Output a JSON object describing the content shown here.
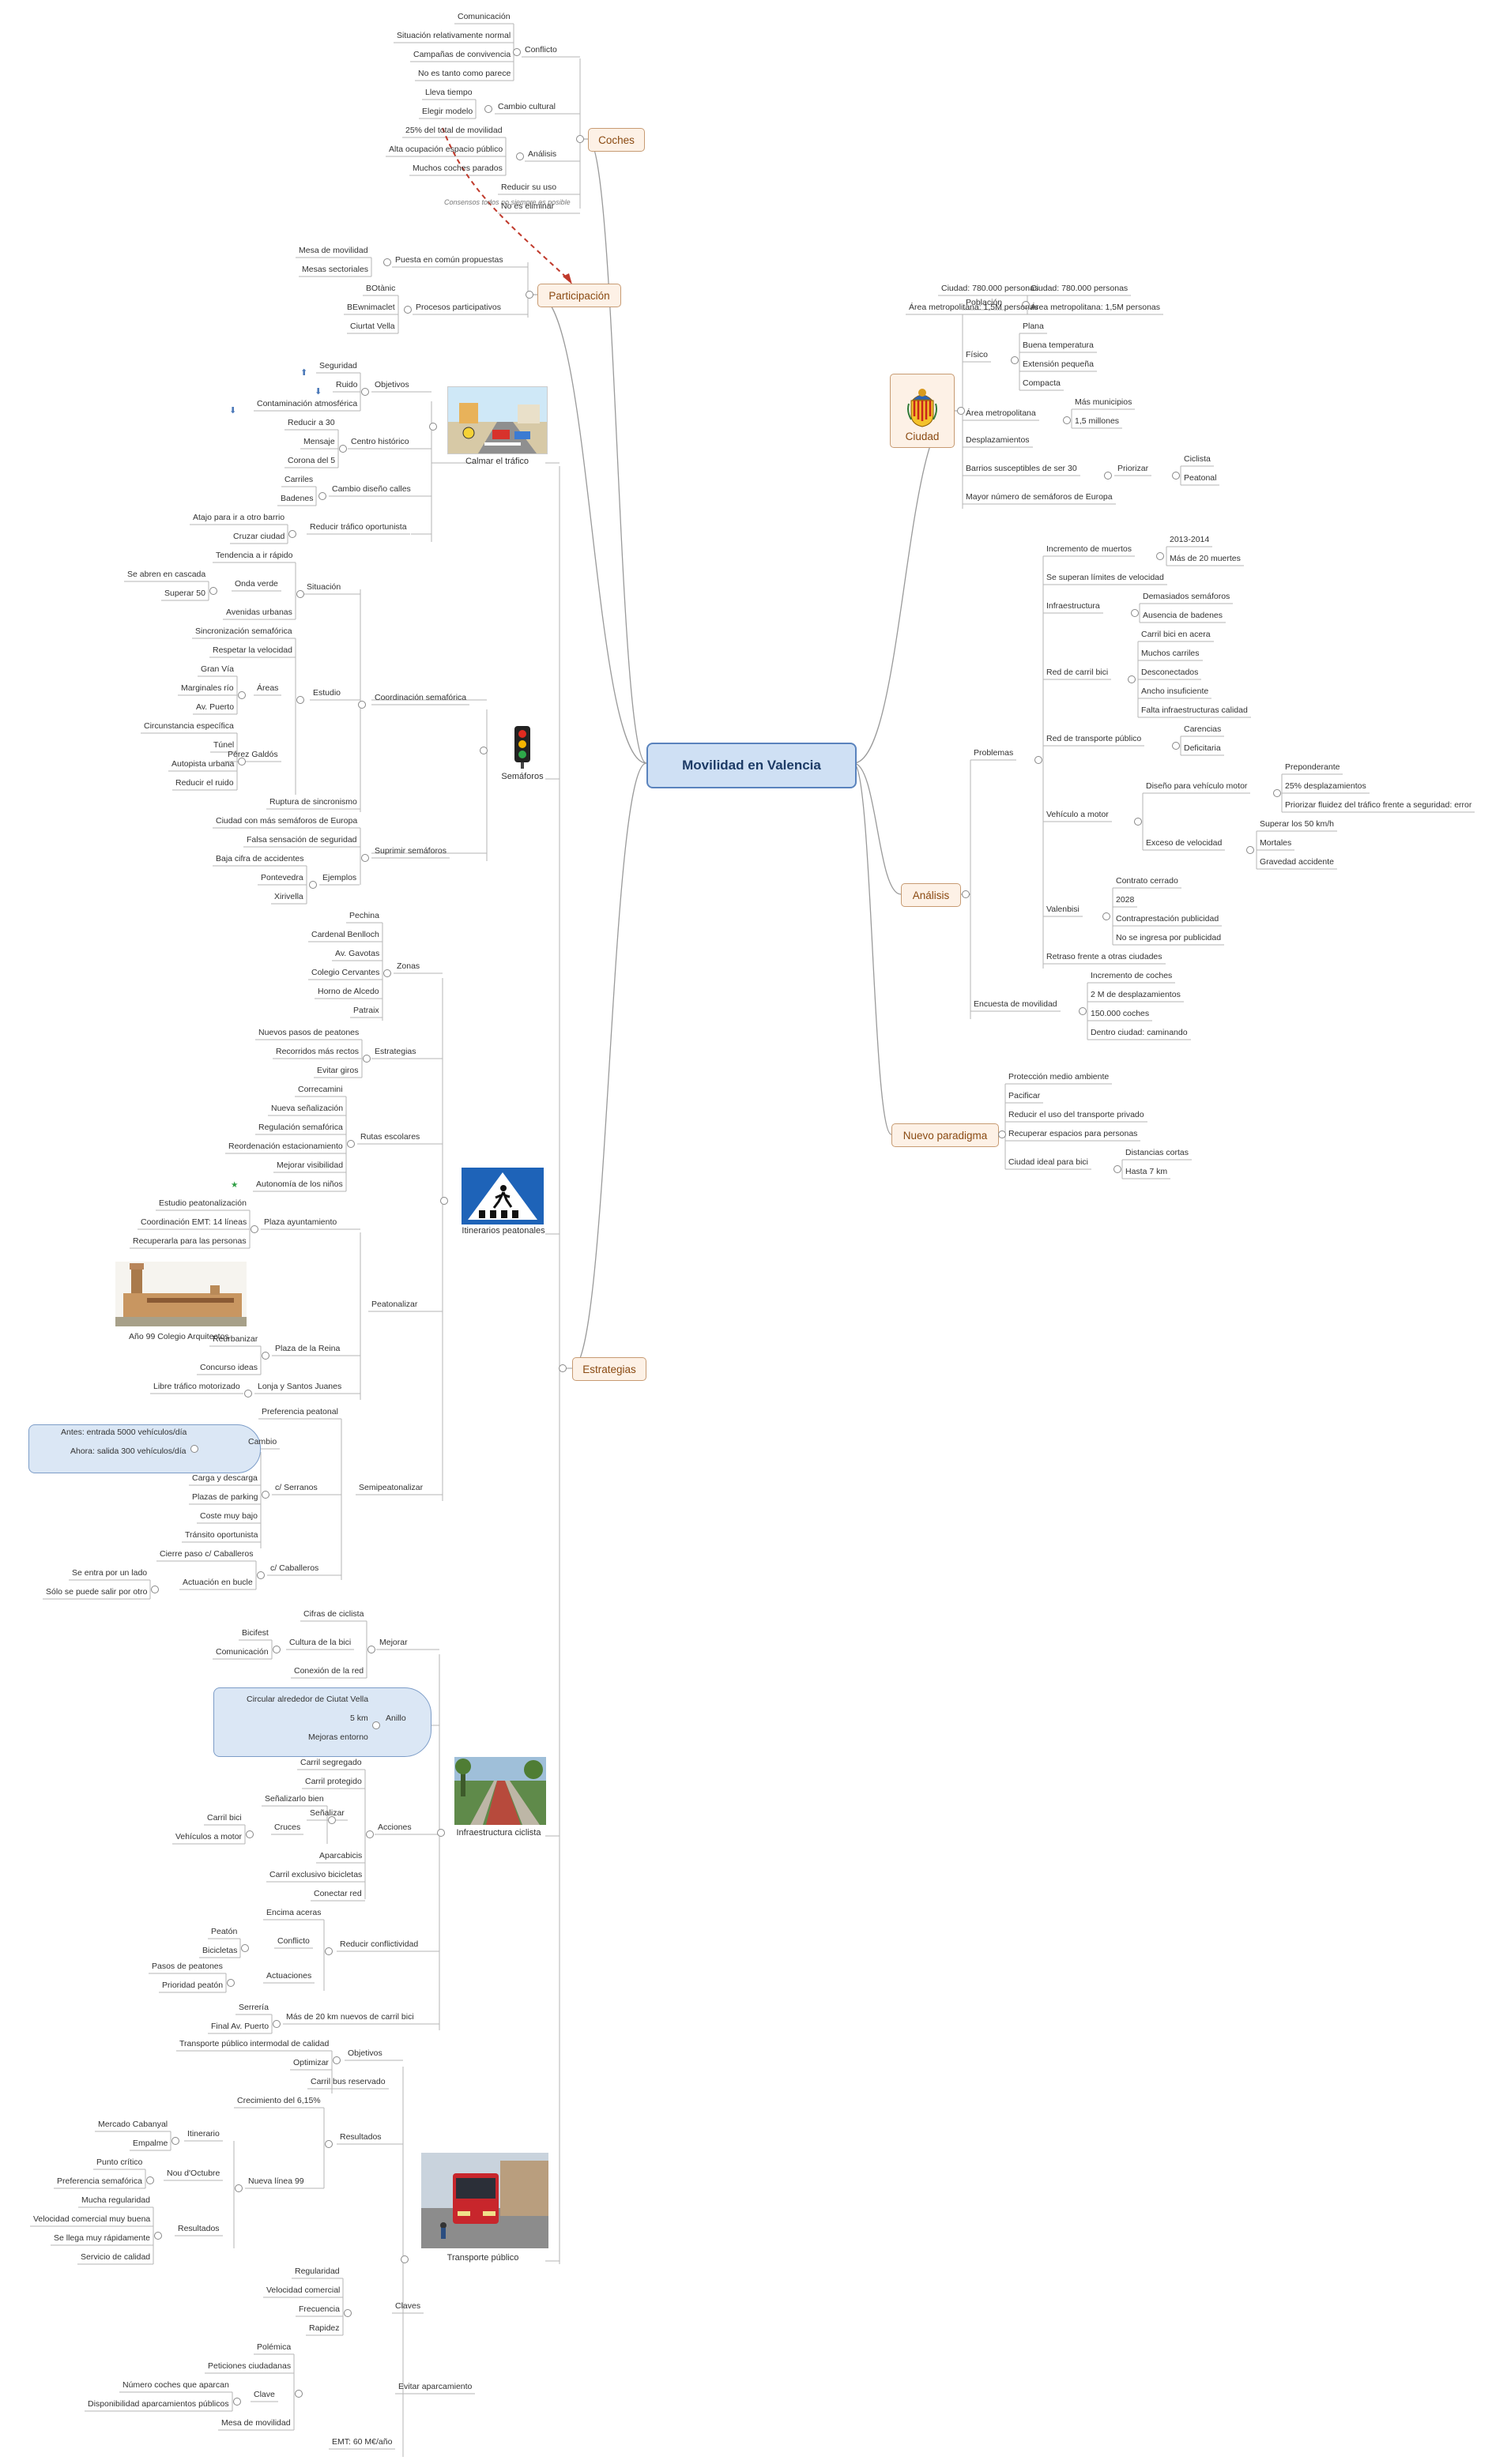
{
  "title": "Movilidad en Valencia",
  "branches": {
    "coches": "Coches",
    "participacion": "Participación",
    "ciudad": "Ciudad",
    "analisis": "Análisis",
    "nuevo": "Nuevo paradigma",
    "estrategias": "Estrategias"
  },
  "relationship_label": "Consensos todos no siempre es posible",
  "coches": {
    "conflicto": "Conflicto",
    "conflicto_items": [
      "Comunicación",
      "Situación relativamente normal",
      "Campañas de convivencia",
      "No es tanto como parece"
    ],
    "cambio": "Cambio cultural",
    "cambio_items": [
      "Lleva tiempo",
      "Elegir modelo"
    ],
    "analisis": "Análisis",
    "analisis_items": [
      "25% del total de movilidad",
      "Alta ocupación espacio público",
      "Muchos coches parados"
    ],
    "reducir": "Reducir su uso",
    "no_eliminar": "No es eliminar"
  },
  "participacion": {
    "puesta": "Puesta en común propuestas",
    "puesta_items": [
      "Mesa de movilidad",
      "Mesas sectoriales"
    ],
    "procesos": "Procesos participativos",
    "procesos_items": [
      "BOtànic",
      "BEwnimaclet",
      "Ciurtat Vella"
    ]
  },
  "ciudad": {
    "poblacion": "Población",
    "poblacion_items": [
      "Ciudad: 780.000 personas",
      "Área metropolitana: 1,5M personas"
    ],
    "fisico": "Físico",
    "fisico_items": [
      "Plana",
      "Buena temperatura",
      "Extensión pequeña",
      "Compacta"
    ],
    "area": "Área metropolitana",
    "area_items": [
      "Más municipios",
      "1,5 millones"
    ],
    "desplazamientos": "Desplazamientos",
    "barrios": "Barrios susceptibles de ser 30",
    "priorizar": "Priorizar",
    "priorizar_items": [
      "Ciclista",
      "Peatonal"
    ],
    "semaforos": "Mayor número de semáforos de Europa"
  },
  "analisis": {
    "problemas": "Problemas",
    "incremento": "Incremento de muertos",
    "incremento_items": [
      "2013-2014",
      "Más de 20 muertes"
    ],
    "limites": "Se superan límites de velocidad",
    "infra": "Infraestructura",
    "infra_items": [
      "Demasiados semáforos",
      "Ausencia de badenes"
    ],
    "redbici": "Red de carril bici",
    "redbici_items": [
      "Carril bici en acera",
      "Muchos carriles",
      "Desconectados",
      "Ancho insuficiente",
      "Falta infraestructuras calidad"
    ],
    "redtp": "Red de transporte público",
    "redtp_items": [
      "Carencias",
      "Deficitaria"
    ],
    "vehiculo": "Vehículo a motor",
    "diseno": "Diseño para vehículo motor",
    "diseno_items": [
      "Preponderante",
      "25% desplazamientos",
      "Priorizar fluidez del tráfico frente a seguridad: error"
    ],
    "exceso": "Exceso de velocidad",
    "exceso_items": [
      "Superar los 50 km/h",
      "Mortales",
      "Gravedad accidente"
    ],
    "valenbisi": "Valenbisi",
    "valenbisi_items": [
      "Contrato cerrado",
      "2028",
      "Contraprestación publicidad",
      "No se ingresa por publicidad"
    ],
    "retraso": "Retraso frente a otras ciudades",
    "encuesta": "Encuesta de movilidad",
    "encuesta_items": [
      "Incremento de coches",
      "2 M de desplazamientos",
      "150.000 coches",
      "Dentro ciudad: caminando"
    ]
  },
  "nuevo": {
    "items": [
      "Protección medio ambiente",
      "Pacificar",
      "Reducir el uso del transporte privado",
      "Recuperar espacios para personas"
    ],
    "ciudad_ideal": "Ciudad ideal para bici",
    "ciudad_ideal_items": [
      "Distancias cortas",
      "Hasta 7 km"
    ]
  },
  "calmar": {
    "caption": "Calmar el tráfico",
    "objetivos": "Objetivos",
    "objetivos_items": [
      "Seguridad",
      "Ruido",
      "Contaminación atmosférica"
    ],
    "centro": "Centro histórico",
    "centro_items": [
      "Reducir a 30",
      "Mensaje",
      "Corona del 5"
    ],
    "cambio": "Cambio diseño calles",
    "cambio_items": [
      "Carriles",
      "Badenes"
    ],
    "reducir": "Reducir tráfico oportunista",
    "reducir_items": [
      "Atajo para ir a otro barrio",
      "Cruzar ciudad"
    ]
  },
  "semaforos": {
    "caption": "Semáforos",
    "coord": "Coordinación semafórica",
    "situacion": "Situación",
    "tendencia": "Tendencia a ir rápido",
    "onda": "Onda verde",
    "onda_items": [
      "Se abren en cascada",
      "Superar 50"
    ],
    "avenidas": "Avenidas urbanas",
    "estudio": "Estudio",
    "sincro": "Sincronización semafórica",
    "respetar": "Respetar la velocidad",
    "areas": "Áreas",
    "areas_items": [
      "Gran Vía",
      "Marginales río",
      "Av. Puerto"
    ],
    "perez": "Pérez Galdós",
    "perez_items": [
      "Circunstancia específica",
      "Túnel",
      "Autopista urbana",
      "Reducir el ruido"
    ],
    "ruptura": "Ruptura de sincronismo",
    "suprimir": "Suprimir semáforos",
    "suprimir_items": [
      "Ciudad con más semáforos de Europa",
      "Falsa sensación de seguridad"
    ],
    "ejemplos": "Ejemplos",
    "ejemplos_items": [
      "Baja cifra de accidentes",
      "Pontevedra",
      "Xirivella"
    ]
  },
  "peatonales": {
    "caption": "Itinerarios peatonales",
    "zonas": "Zonas",
    "zonas_items": [
      "Pechina",
      "Cardenal Benlloch",
      "Av. Gavotas",
      "Colegio Cervantes",
      "Horno de Alcedo",
      "Patraix"
    ],
    "estrategias": "Estrategias",
    "estrategias_items": [
      "Nuevos pasos de peatones",
      "Recorridos más rectos",
      "Evitar giros"
    ],
    "rutas": "Rutas escolares",
    "rutas_items": [
      "Correcamini",
      "Nueva señalización",
      "Regulación semafórica",
      "Reordenación estacionamiento",
      "Mejorar visibilidad",
      "Autonomía de los niños"
    ],
    "peatonalizar": "Peatonalizar",
    "plaza_ayto": "Plaza ayuntamiento",
    "plaza_ayto_items": [
      "Estudio peatonalización",
      "Coordinación EMT: 14 líneas",
      "Recuperarla para las personas"
    ],
    "plaza_ayto_caption": "Año 99 Colegio Arquitectos",
    "plaza_reina": "Plaza de la Reina",
    "plaza_reina_items": [
      "Reurbanizar",
      "Concurso ideas"
    ],
    "lonja": "Lonja y Santos Juanes",
    "libre": "Libre tráfico motorizado",
    "semipeat": "Semipeatonalizar",
    "preferencia": "Preferencia peatonal",
    "serranos": "c/ Serranos",
    "cambio": "Cambio",
    "cambio_items": [
      "Antes: entrada 5000 vehículos/día",
      "Ahora: salida 300 vehículos/día"
    ],
    "serranos_items": [
      "Carga y descarga",
      "Plazas de parking",
      "Coste muy bajo",
      "Tránsito oportunista"
    ],
    "caballeros": "c/ Caballeros",
    "cierre": "Cierre paso c/ Caballeros",
    "actuacion": "Actuación en bucle",
    "actuacion_items": [
      "Se entra por un lado",
      "Sólo se puede salir por otro"
    ]
  },
  "ciclista": {
    "caption": "Infraestructura ciclista",
    "mejorar": "Mejorar",
    "cifras": "Cifras de ciclista",
    "cultura": "Cultura de la bici",
    "cultura_items": [
      "Bicifest",
      "Comunicación"
    ],
    "conexion": "Conexión de la red",
    "anillo": "Anillo",
    "anillo_items": [
      "Circular alrededor de Ciutat Vella",
      "5 km",
      "Mejoras entorno"
    ],
    "acciones": "Acciones",
    "segregado": "Carril segregado",
    "protegido": "Carril protegido",
    "senalizar": "Señalizar",
    "senalizarlo": "Señalizarlo bien",
    "cruces": "Cruces",
    "cruces_items": [
      "Carril bici",
      "Vehículos a motor"
    ],
    "aparcabicis": "Aparcabicis",
    "exclusivo": "Carril exclusivo bicicletas",
    "conectar": "Conectar red",
    "reducir": "Reducir conflictividad",
    "encima": "Encima aceras",
    "conflicto": "Conflicto",
    "conflicto_items": [
      "Peatón",
      "Bicicletas"
    ],
    "actuaciones": "Actuaciones",
    "actuaciones_items": [
      "Pasos de peatones",
      "Prioridad peatón"
    ],
    "mas20": "Más de 20 km nuevos de carril bici",
    "mas20_items": [
      "Serrería",
      "Final Av. Puerto"
    ]
  },
  "transporte": {
    "caption": "Transporte público",
    "objetivos": "Objetivos",
    "objetivos_items": [
      "Transporte público intermodal de calidad",
      "Optimizar",
      "Carril bus reservado"
    ],
    "resultados": "Resultados",
    "crecimiento": "Crecimiento del 6,15%",
    "linea99": "Nueva línea 99",
    "itinerario": "Itinerario",
    "itinerario_items": [
      "Mercado Cabanyal",
      "Empalme"
    ],
    "nou": "Nou d'Octubre",
    "nou_items": [
      "Punto crítico",
      "Preferencia semafórica"
    ],
    "res2": "Resultados",
    "res2_items": [
      "Mucha regularidad",
      "Velocidad comercial muy buena",
      "Se llega muy rápidamente",
      "Servicio de calidad"
    ],
    "claves": "Claves",
    "claves_items": [
      "Regularidad",
      "Velocidad comercial",
      "Frecuencia",
      "Rapidez"
    ],
    "evitar": "Evitar aparcamiento",
    "evitar_items": [
      "Polémica",
      "Peticiones ciudadanas"
    ],
    "clave": "Clave",
    "clave_items": [
      "Número coches que aparcan",
      "Disponibilidad aparcamientos públicos"
    ],
    "mesa": "Mesa de movilidad",
    "emt": "EMT: 60 M€/año"
  },
  "colors": {
    "line": "#9a9a9a",
    "underline": "#b5b5b5",
    "accent": "#4a78b8",
    "dashed_arrow": "#c0392b"
  }
}
